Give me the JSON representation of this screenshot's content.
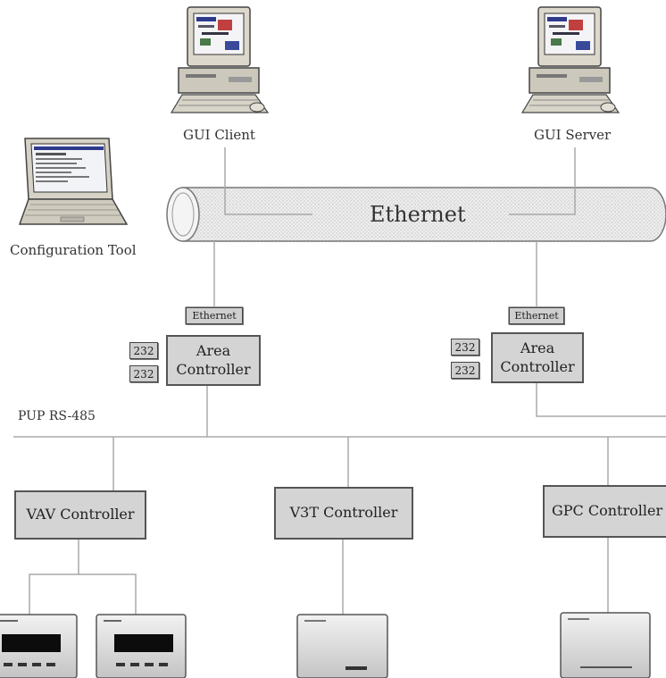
{
  "labels": {
    "gui_client": "GUI Client",
    "gui_server": "GUI Server",
    "config_tool": "Configuration Tool",
    "ethernet_bus": "Ethernet",
    "pup_bus": "PUP RS-485"
  },
  "area_controllers": [
    {
      "title": "Area Controller",
      "line1": "Area",
      "line2": "Controller",
      "ethernet_tag": "Ethernet",
      "ports": [
        "232",
        "232"
      ]
    },
    {
      "title": "Area Controller",
      "line1": "Area",
      "line2": "Controller",
      "ethernet_tag": "Ethernet",
      "ports": [
        "232",
        "232"
      ]
    }
  ],
  "field_controllers": [
    {
      "label": "VAV Controller"
    },
    {
      "label": "V3T Controller"
    },
    {
      "label": "GPC Controller"
    }
  ],
  "icons": {
    "client_computer": "desktop-computer-icon",
    "server_computer": "desktop-computer-icon",
    "laptop": "laptop-icon",
    "thermostat_devices": "thermostat-icon",
    "field_device": "controller-device-icon"
  },
  "colors": {
    "box_fill": "#d4d4d4",
    "box_border": "#555555",
    "line": "#aaaaaa",
    "ethernet_fill": "#e6e6e6"
  }
}
